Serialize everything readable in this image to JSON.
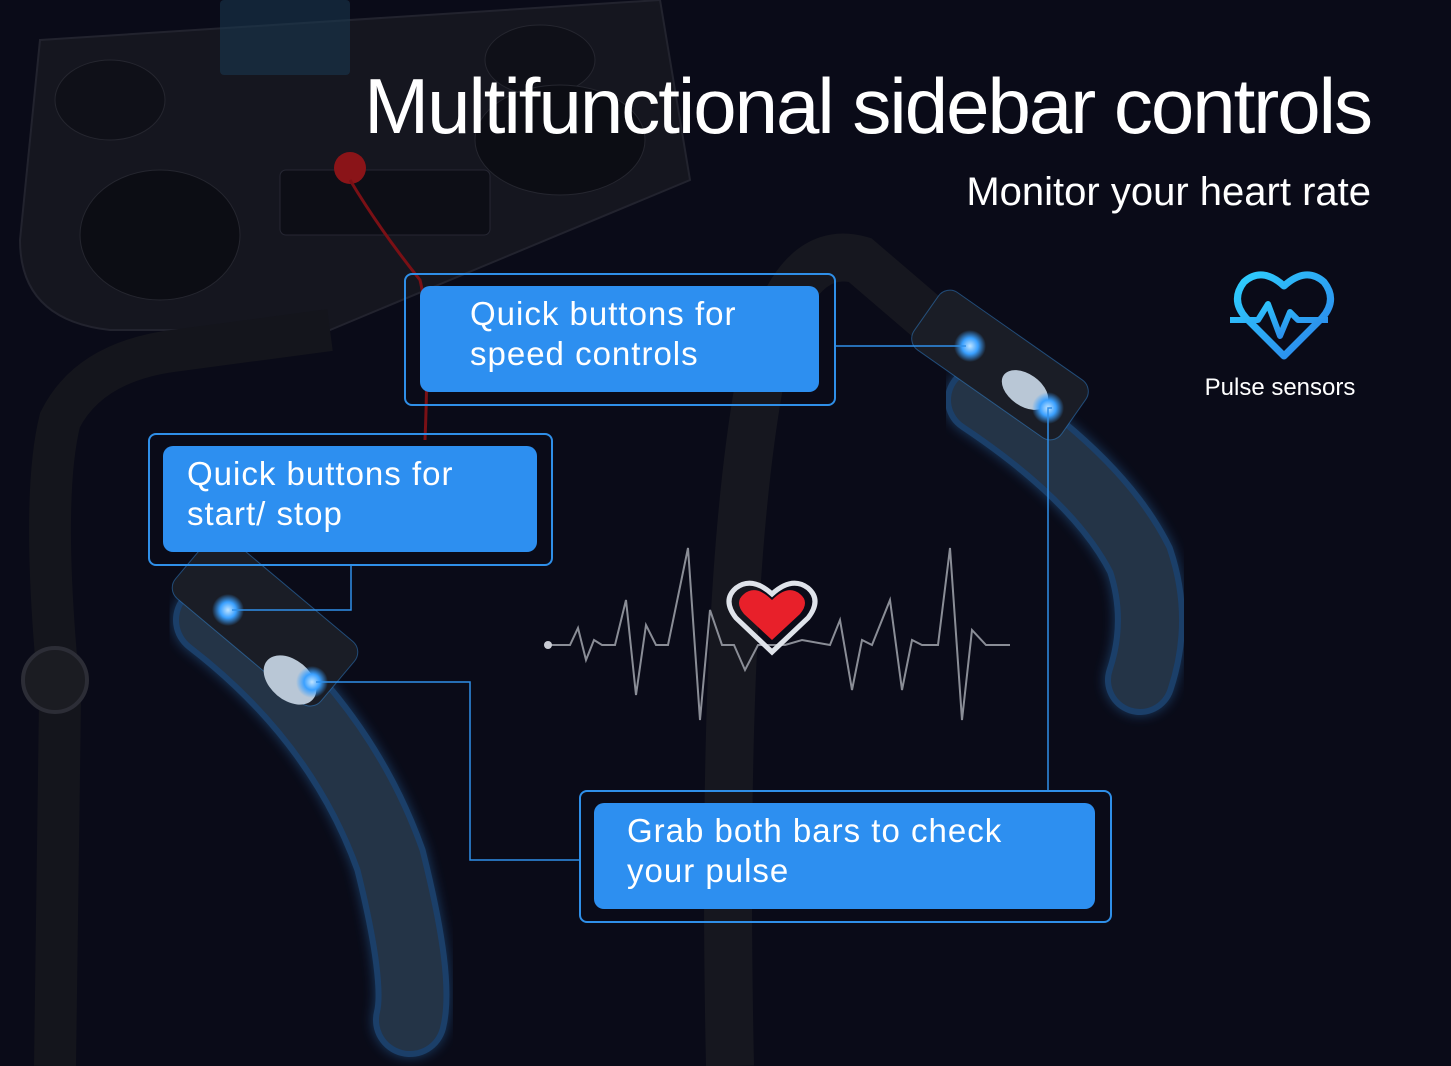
{
  "title": "Multifunctional sidebar controls",
  "subtitle": "Monitor your heart rate",
  "pulse_sensors": {
    "icon": "heart-pulse-icon",
    "label": "Pulse sensors"
  },
  "callouts": {
    "speed": {
      "line1": "Quick buttons for",
      "line2": "speed controls"
    },
    "start_stop": {
      "line1": "Quick buttons for",
      "line2": "start/ stop"
    },
    "pulse": {
      "line1": "Grab both bars to check",
      "line2": "your pulse"
    }
  },
  "colors": {
    "background": "#0a0b18",
    "accent": "#2d8ff0",
    "heart": "#e8202a",
    "glow": "#3aa0ff"
  },
  "icons": {
    "heartbeat": "heartbeat-line-icon",
    "heart": "heart-icon"
  }
}
